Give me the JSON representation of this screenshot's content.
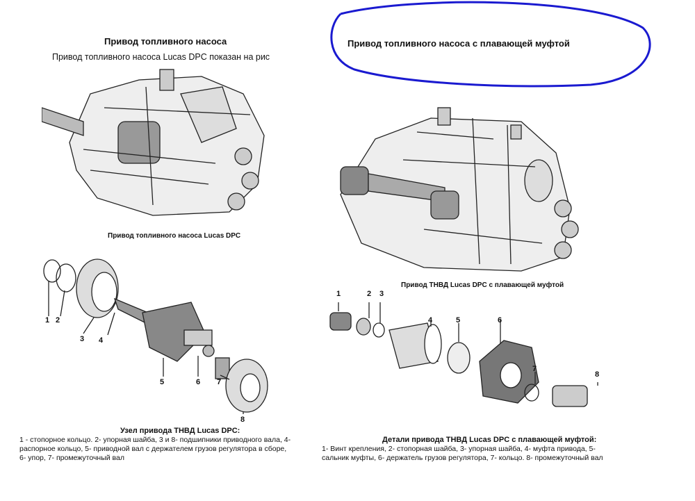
{
  "left": {
    "title": "Привод топливного насоса",
    "subtitle": "Привод топливного насоса Lucas DPC показан на рис",
    "figure1_caption": "Привод топливного насоса Lucas DPC",
    "figure2_numbers": [
      "1",
      "2",
      "3",
      "4",
      "5",
      "6",
      "7",
      "8"
    ],
    "figure2_caption": "Узел привода ТНВД Lucas DPC:",
    "figure2_description": [
      "1 - стопорное кольцо. 2- упорная шайба, 3 и 8- подшипники приводного вала, 4-",
      "распорное кольцо, 5- приводной вал с держателем грузов регулятора в сборе,",
      "6- упор, 7- промежуточный вал"
    ]
  },
  "right": {
    "title": "Привод топливного насоса с плавающей муфтой",
    "annotation_color": "#1a1ad0",
    "figure1_caption": "Привод ТНВД Lucas DPC с плавающей муфтой",
    "figure2_numbers": [
      "1",
      "2",
      "3",
      "4",
      "5",
      "6",
      "7",
      "8"
    ],
    "figure2_caption": "Детали привода ТНВД Lucas DPC с плавающей муфтой:",
    "figure2_description": [
      "1- Винт крепления, 2- стопорная шайба, 3- упорная шайба, 4- муфта привода, 5-",
      "сальник муфты, 6- держатель грузов регулятора, 7- кольцо. 8- промежуточный вал"
    ]
  }
}
